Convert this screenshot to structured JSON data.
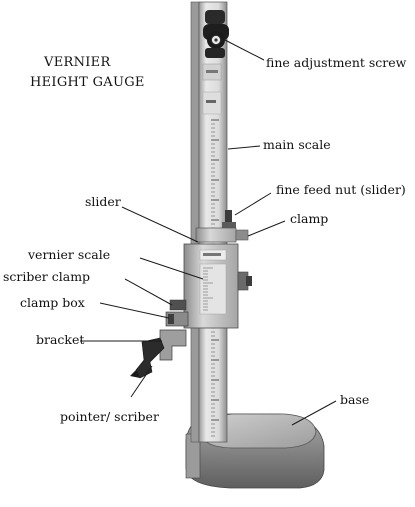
{
  "title": {
    "line1": "VERNIER",
    "line2": "HEIGHT GAUGE"
  },
  "labels": {
    "fine_adjustment_screw": "fine adjustment screw",
    "main_scale": "main scale",
    "slider": "slider",
    "fine_feed_nut": "fine feed nut (slider)",
    "clamp": "clamp",
    "vernier_scale": "vernier scale",
    "scriber_clamp": "scriber clamp",
    "clamp_box": "clamp box",
    "bracket": "bracket",
    "pointer_scriber": "pointer/ scriber",
    "base": "base"
  },
  "colors": {
    "background": "#ffffff",
    "text": "#111111",
    "metal_light": "#e6e6e6",
    "metal_mid": "#bdbdbd",
    "metal_dark": "#6e6e6e",
    "knob": "#1e1e1e"
  }
}
